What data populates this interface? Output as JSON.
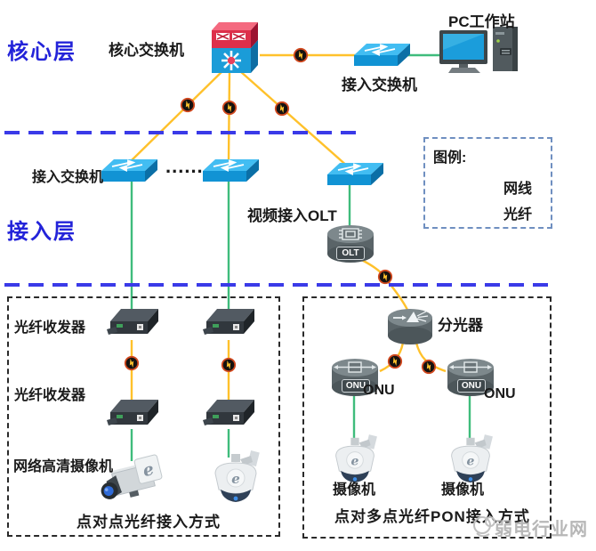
{
  "layers": {
    "core": "核心层",
    "access": "接入层"
  },
  "core": {
    "switch_label": "核心交换机",
    "pc_label": "PC工作站",
    "access_switch_label": "接入交换机"
  },
  "access_row": {
    "switch_label": "接入交换机",
    "dots": "......",
    "olt_label": "视频接入OLT",
    "olt_badge": "OLT"
  },
  "legend": {
    "title": "图例:",
    "items": [
      {
        "label": "网线",
        "type": "ethernet"
      },
      {
        "label": "光纤",
        "type": "fiber"
      }
    ]
  },
  "p2p_box": {
    "transceiver_top_label": "光纤收发器",
    "transceiver_bottom_label": "光纤收发器",
    "camera_label": "网络高清摄像机",
    "caption": "点对点光纤接入方式"
  },
  "pon_box": {
    "splitter_label": "分光器",
    "onu_left_label": "ONU",
    "onu_right_label": "ONU",
    "onu_badge": "ONU",
    "camera_left_label": "摄像机",
    "camera_right_label": "摄像机",
    "caption": "点对多点光纤PON接入方式"
  },
  "watermark": "弱电行业网",
  "icons": {
    "ie_logo": "e"
  },
  "colors": {
    "fiber": "#FFC12B",
    "ethernet": "#3FBC7C",
    "layer_divider": "#3A3AE8",
    "layer_label": "#2323D9"
  }
}
